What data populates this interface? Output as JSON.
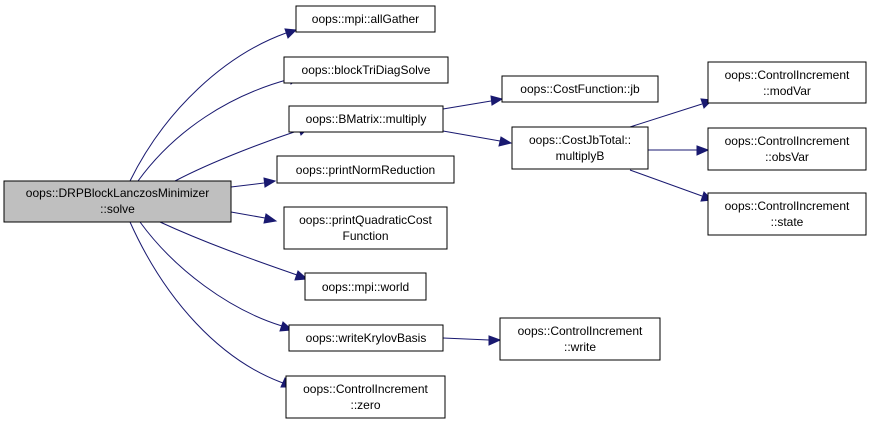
{
  "graph": {
    "root": {
      "line1": "oops::DRPBlockLanczosMinimizer",
      "line2": "::solve"
    },
    "nodes": {
      "allgather": {
        "line1": "oops::mpi::allGather"
      },
      "blocktri": {
        "line1": "oops::blockTriDiagSolve"
      },
      "bmatrix": {
        "line1": "oops::BMatrix::multiply"
      },
      "printnorm": {
        "line1": "oops::printNormReduction"
      },
      "printquad": {
        "line1": "oops::printQuadraticCost",
        "line2": "Function"
      },
      "world": {
        "line1": "oops::mpi::world"
      },
      "writekrylov": {
        "line1": "oops::writeKrylovBasis"
      },
      "zero": {
        "line1": "oops::ControlIncrement",
        "line2": "::zero"
      },
      "jb": {
        "line1": "oops::CostFunction::jb"
      },
      "multiplyb": {
        "line1": "oops::CostJbTotal::",
        "line2": "multiplyB"
      },
      "ciwrite": {
        "line1": "oops::ControlIncrement",
        "line2": "::write"
      },
      "modvar": {
        "line1": "oops::ControlIncrement",
        "line2": "::modVar"
      },
      "obsvar": {
        "line1": "oops::ControlIncrement",
        "line2": "::obsVar"
      },
      "state": {
        "line1": "oops::ControlIncrement",
        "line2": "::state"
      }
    },
    "edge_color": "#191970",
    "root_fill": "#bfbfbf"
  }
}
